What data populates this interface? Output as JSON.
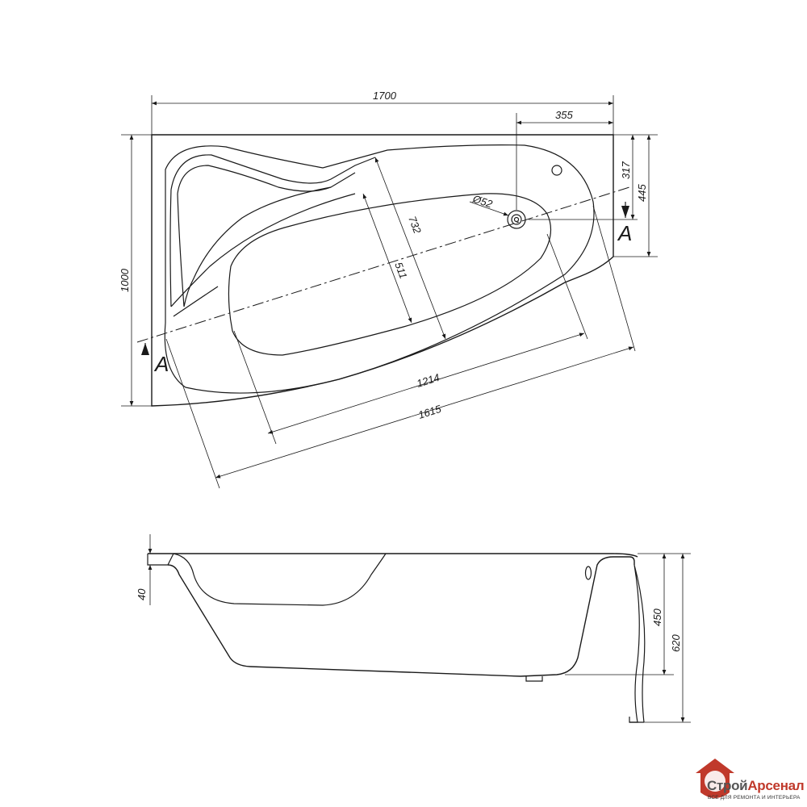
{
  "dimensions": {
    "length_total": "1700",
    "drain_offset": "355",
    "drain_depth": "317",
    "rim_depth": "445",
    "width_total": "1000",
    "drain_diameter": "Ø52",
    "inner_length": "732",
    "inner_width": "511",
    "bottom_length": "1214",
    "outer_length": "1615",
    "rim_height": "40",
    "bath_depth": "450",
    "total_height": "620"
  },
  "section_marks": {
    "left": "A",
    "right": "A"
  },
  "logo": {
    "brand_part1": "Строй",
    "brand_part2": "Арсенал",
    "tagline": "ВСЕ ДЛЯ РЕМОНТА И ИНТЕРЬЕРА",
    "color": "#c0392b"
  }
}
